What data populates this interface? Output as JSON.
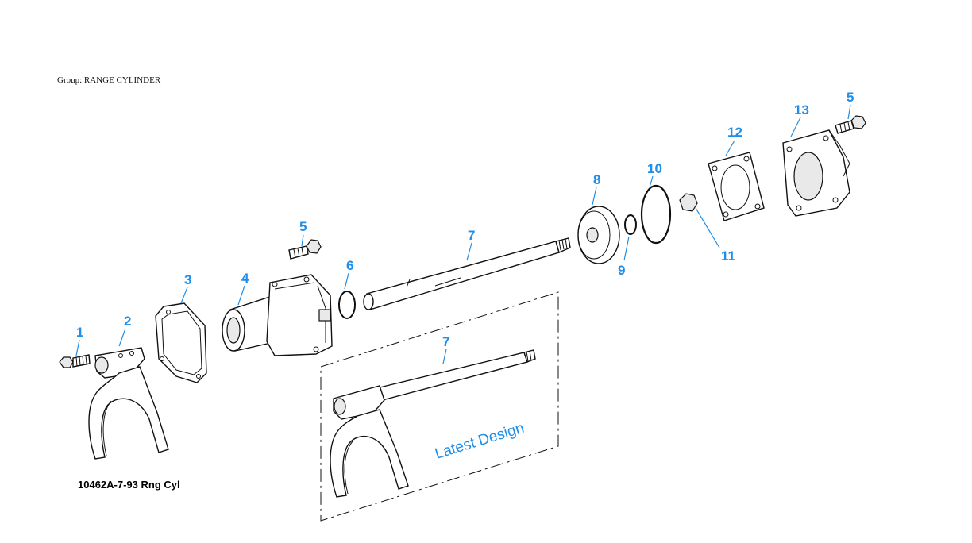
{
  "group_label": "Group: RANGE CYLINDER",
  "caption": "10462A-7-93 Rng Cyl",
  "latest_design_label": "Latest Design",
  "accent_color": "#1f8ee8",
  "callouts": {
    "c1": "1",
    "c2": "2",
    "c3": "3",
    "c4": "4",
    "c5a": "5",
    "c5b": "5",
    "c6": "6",
    "c7a": "7",
    "c7b": "7",
    "c8": "8",
    "c9": "9",
    "c10": "10",
    "c11": "11",
    "c12": "12",
    "c13": "13"
  }
}
